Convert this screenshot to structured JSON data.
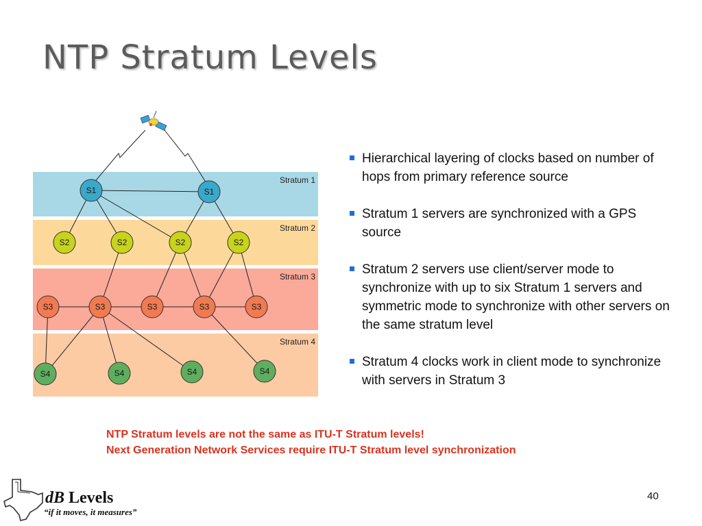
{
  "slide": {
    "title": "NTP Stratum Levels",
    "page_number": "40"
  },
  "diagram": {
    "strata": [
      {
        "id": "stratum-1",
        "label": "Stratum 1",
        "color": "#a8d8e6"
      },
      {
        "id": "stratum-2",
        "label": "Stratum 2",
        "color": "#fcd99a"
      },
      {
        "id": "stratum-3",
        "label": "Stratum 3",
        "color": "#fba999"
      },
      {
        "id": "stratum-4",
        "label": "Stratum 4",
        "color": "#fccba4"
      }
    ],
    "node_colors": {
      "S1": "#3aa8c8",
      "S2": "#c8d41c",
      "S3": "#f07a52",
      "S4": "#5fae5f"
    },
    "nodes": [
      {
        "id": "s1a",
        "label": "S1"
      },
      {
        "id": "s1b",
        "label": "S1"
      },
      {
        "id": "s2a",
        "label": "S2"
      },
      {
        "id": "s2b",
        "label": "S2"
      },
      {
        "id": "s2c",
        "label": "S2"
      },
      {
        "id": "s2d",
        "label": "S2"
      },
      {
        "id": "s3a",
        "label": "S3"
      },
      {
        "id": "s3b",
        "label": "S3"
      },
      {
        "id": "s3c",
        "label": "S3"
      },
      {
        "id": "s3d",
        "label": "S3"
      },
      {
        "id": "s3e",
        "label": "S3"
      },
      {
        "id": "s4a",
        "label": "S4"
      },
      {
        "id": "s4b",
        "label": "S4"
      },
      {
        "id": "s4c",
        "label": "S4"
      },
      {
        "id": "s4d",
        "label": "S4"
      }
    ],
    "links": [
      [
        "s1a",
        "s1b"
      ],
      [
        "s1a",
        "s2a"
      ],
      [
        "s1a",
        "s2b"
      ],
      [
        "s1a",
        "s2c"
      ],
      [
        "s1b",
        "s2c"
      ],
      [
        "s1b",
        "s2d"
      ],
      [
        "s2b",
        "s3b"
      ],
      [
        "s2c",
        "s3c"
      ],
      [
        "s2c",
        "s3d"
      ],
      [
        "s2d",
        "s3d"
      ],
      [
        "s2d",
        "s3e"
      ],
      [
        "s3a",
        "s3b"
      ],
      [
        "s3b",
        "s3c"
      ],
      [
        "s3c",
        "s3d"
      ],
      [
        "s3d",
        "s3e"
      ],
      [
        "s3a",
        "s4a"
      ],
      [
        "s3b",
        "s4a"
      ],
      [
        "s3b",
        "s4b"
      ],
      [
        "s3b",
        "s4c"
      ],
      [
        "s3d",
        "s4d"
      ]
    ],
    "satellite_icon": "satellite-icon"
  },
  "bullets": [
    "Hierarchical layering of clocks based on number of hops from primary reference source",
    "Stratum 1 servers are synchronized with a GPS source",
    "Stratum 2 servers use client/server mode to synchronize with up to six Stratum 1 servers and symmetric mode to synchronize with other servers on the same stratum level",
    "Stratum 4 clocks work in client mode to synchronize with servers in Stratum 3"
  ],
  "note": {
    "line1": "NTP Stratum levels are not the same as ITU-T Stratum levels!",
    "line2": "Next Generation Network Services require ITU-T Stratum level synchronization",
    "color": "#d9331f"
  },
  "logo": {
    "brand_prefix": "dB",
    "brand_suffix": " Levels",
    "tagline": "“if it moves, it measures”",
    "icon": "texas-outline-icon"
  }
}
